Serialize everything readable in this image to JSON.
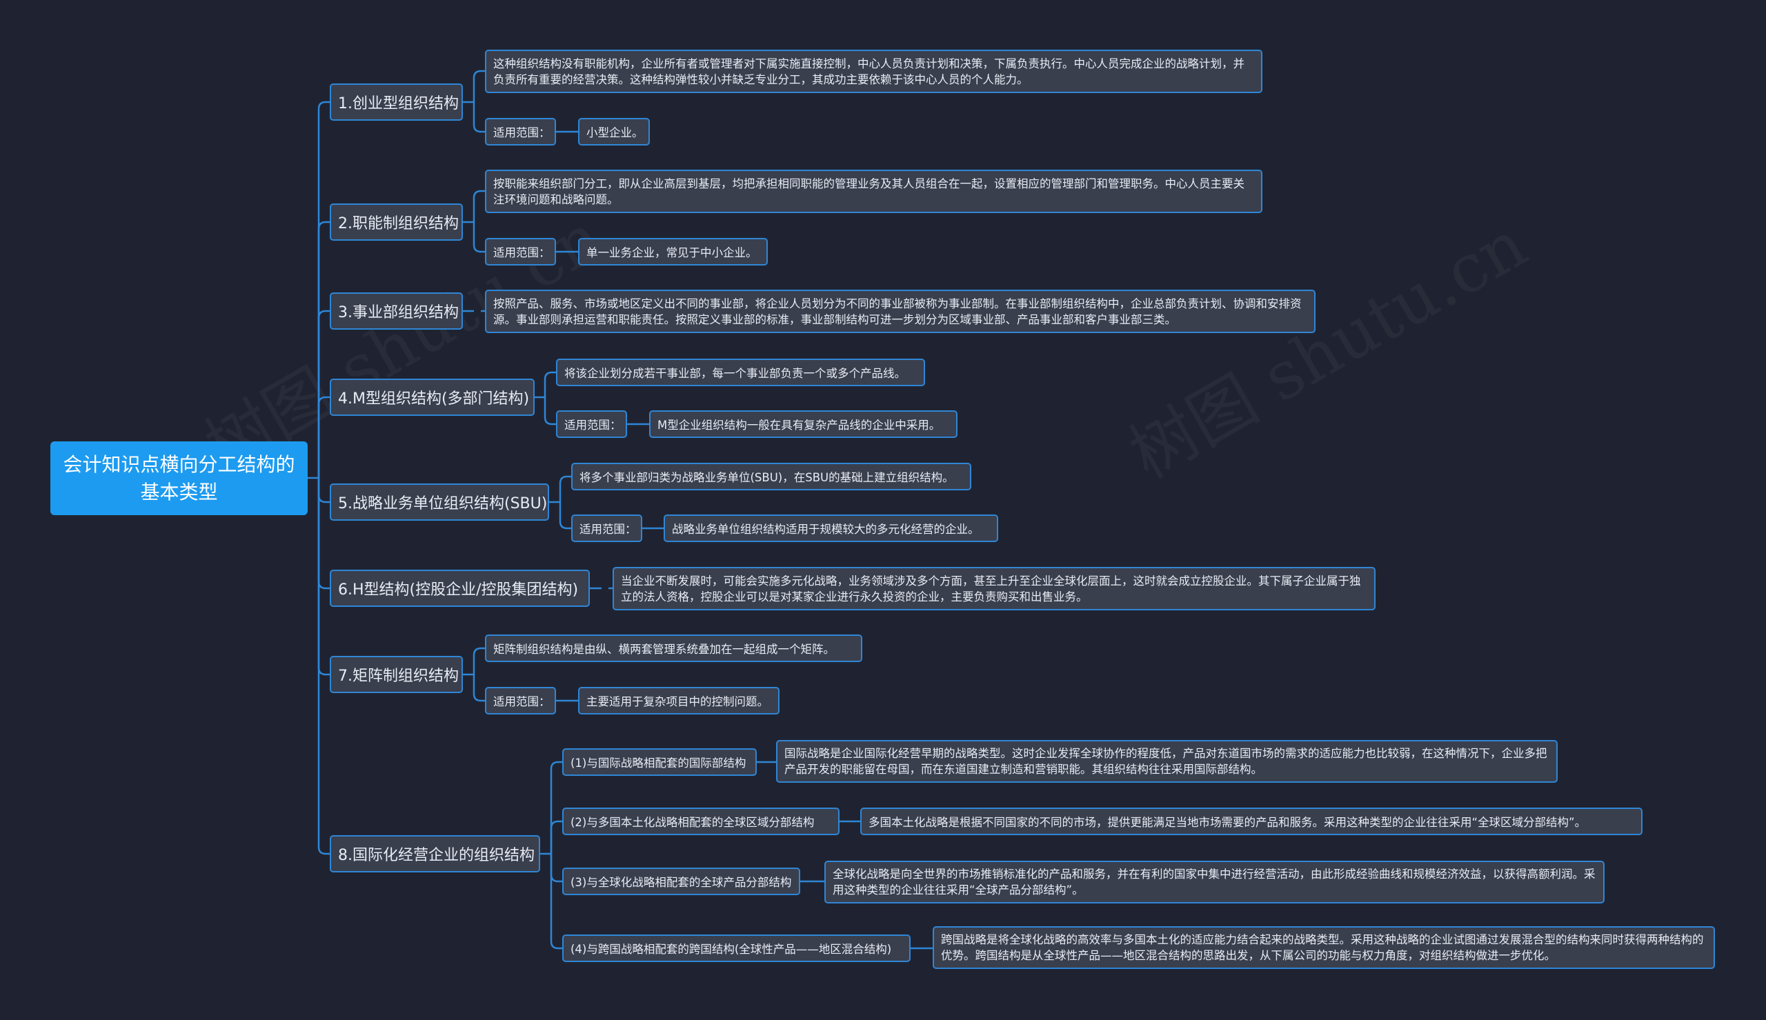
{
  "root": {
    "title": "会计知识点横向分工结构的基本类型"
  },
  "watermarks": [
    "树图 shutu.cn",
    "树图 shutu.cn"
  ],
  "branches": [
    {
      "label": "1.创业型组织结构",
      "desc": "这种组织结构没有职能机构，企业所有者或管理者对下属实施直接控制，中心人员负责计划和决策，下属负责执行。中心人员完成企业的战略计划，并负责所有重要的经营决策。这种结构弹性较小并缺乏专业分工，其成功主要依赖于该中心人员的个人能力。",
      "scope_label": "适用范围：",
      "scope": "小型企业。"
    },
    {
      "label": "2.职能制组织结构",
      "desc": "按职能来组织部门分工，即从企业高层到基层，均把承担相同职能的管理业务及其人员组合在一起，设置相应的管理部门和管理职务。中心人员主要关注环境问题和战略问题。",
      "scope_label": "适用范围：",
      "scope": "单一业务企业，常见于中小企业。"
    },
    {
      "label": "3.事业部组织结构",
      "desc": "按照产品、服务、市场或地区定义出不同的事业部，将企业人员划分为不同的事业部被称为事业部制。在事业部制组织结构中，企业总部负责计划、协调和安排资源。事业部则承担运营和职能责任。按照定义事业部的标准，事业部制结构可进一步划分为区域事业部、产品事业部和客户事业部三类。"
    },
    {
      "label": "4.M型组织结构(多部门结构)",
      "desc": "将该企业划分成若干事业部，每一个事业部负责一个或多个产品线。",
      "scope_label": "适用范围：",
      "scope": "M型企业组织结构一般在具有复杂产品线的企业中采用。"
    },
    {
      "label": "5.战略业务单位组织结构(SBU)",
      "desc": "将多个事业部归类为战略业务单位(SBU)，在SBU的基础上建立组织结构。",
      "scope_label": "适用范围：",
      "scope": "战略业务单位组织结构适用于规模较大的多元化经营的企业。"
    },
    {
      "label": "6.H型结构(控股企业/控股集团结构)",
      "desc": "当企业不断发展时，可能会实施多元化战略，业务领域涉及多个方面，甚至上升至企业全球化层面上，这时就会成立控股企业。其下属子企业属于独立的法人资格，控股企业可以是对某家企业进行永久投资的企业，主要负责购买和出售业务。"
    },
    {
      "label": "7.矩阵制组织结构",
      "desc": "矩阵制组织结构是由纵、横两套管理系统叠加在一起组成一个矩阵。",
      "scope_label": "适用范围：",
      "scope": "主要适用于复杂项目中的控制问题。"
    },
    {
      "label": "8.国际化经营企业的组织结构",
      "subs": [
        {
          "label": "(1)与国际战略相配套的国际部结构",
          "desc": "国际战略是企业国际化经营早期的战略类型。这时企业发挥全球协作的程度低，产品对东道国市场的需求的适应能力也比较弱，在这种情况下，企业多把产品开发的职能留在母国，而在东道国建立制造和营销职能。其组织结构往往采用国际部结构。"
        },
        {
          "label": "(2)与多国本土化战略相配套的全球区域分部结构",
          "desc": "多国本土化战略是根据不同国家的不同的市场，提供更能满足当地市场需要的产品和服务。采用这种类型的企业往往采用“全球区域分部结构”。"
        },
        {
          "label": "(3)与全球化战略相配套的全球产品分部结构",
          "desc": "全球化战略是向全世界的市场推销标准化的产品和服务，并在有利的国家中集中进行经营活动，由此形成经验曲线和规模经济效益，以获得高额利润。采用这种类型的企业往往采用“全球产品分部结构”。"
        },
        {
          "label": "(4)与跨国战略相配套的跨国结构(全球性产品——地区混合结构)",
          "desc": "跨国战略是将全球化战略的高效率与多国本土化的适应能力结合起来的战略类型。采用这种战略的企业试图通过发展混合型的结构来同时获得两种结构的优势。跨国结构是从全球性产品——地区混合结构的思路出发，从下属公司的功能与权力角度，对组织结构做进一步优化。"
        }
      ]
    }
  ],
  "colors": {
    "background": "#1f2331",
    "root": "#1d9bf0",
    "node_fill": "#3a3f4e",
    "border": "#2f86d6",
    "line": "#2f86d6"
  }
}
